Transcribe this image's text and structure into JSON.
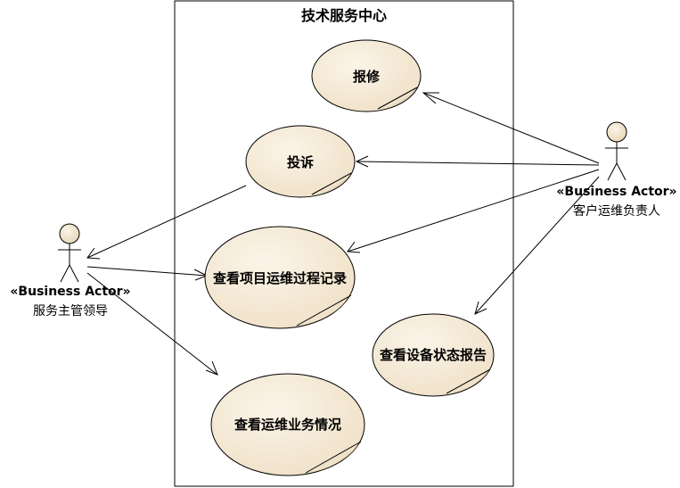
{
  "boundary": {
    "title": "技术服务中心"
  },
  "use_cases": {
    "repair": "报修",
    "complain": "投诉",
    "view_project_records": "查看项目运维过程记录",
    "view_device_status": "查看设备状态报告",
    "view_ops_status": "查看运维业务情况"
  },
  "actors": {
    "customer_ops": {
      "stereotype": "«Business Actor»",
      "name": "客户运维负责人"
    },
    "service_lead": {
      "stereotype": "«Business Actor»",
      "name": "服务主管领导"
    }
  },
  "colors": {
    "usecase_fill": "#f4e9d6",
    "usecase_stroke": "#000000",
    "actor_head": "#efe2c8",
    "line": "#000000"
  }
}
